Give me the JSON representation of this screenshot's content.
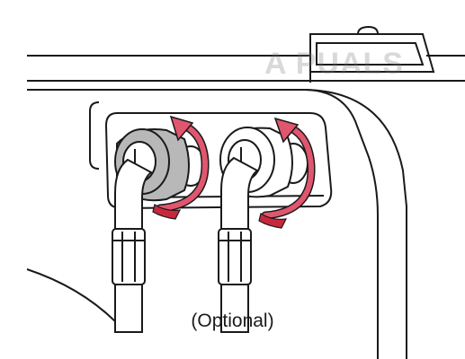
{
  "caption": "(Optional)",
  "watermark": "A PUALS",
  "colors": {
    "arrow": "#e0566e",
    "arrow_dark": "#c8283c",
    "line": "#1a1a1a",
    "hose": "#ffffff",
    "left_fitting": "#b8b8b8"
  },
  "diagram": {
    "subject": "washing machine water inlet valves with hoses",
    "elements": [
      "machine-panel-lines",
      "recessed-valve-box",
      "left-inlet-valve",
      "right-inlet-valve",
      "left-hose",
      "right-hose",
      "left-rotation-arrow",
      "right-rotation-arrow",
      "handle-slot"
    ]
  }
}
